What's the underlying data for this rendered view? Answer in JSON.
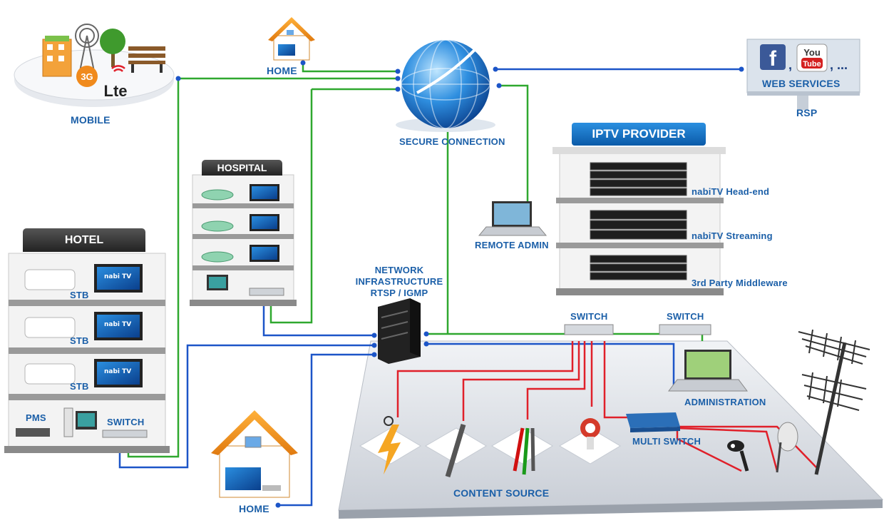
{
  "labels": {
    "mobile": "MOBILE",
    "home_top": "HOME",
    "secure_connection": "SECURE CONNECTION",
    "web_services": "WEB SERVICES",
    "rsp": "RSP",
    "hospital": "HOSPITAL",
    "hotel": "HOTEL",
    "stb_1": "STB",
    "stb_2": "STB",
    "stb_3": "STB",
    "pms": "PMS",
    "hotel_switch": "SWITCH",
    "remote_admin": "REMOTE ADMIN",
    "network_infrastructure": "NETWORK\nINFRASTRUCTURE",
    "rtsp_igmp": "RTSP / IGMP",
    "iptv_provider": "IPTV PROVIDER",
    "headend": "nabiTV  Head-end",
    "streaming": "nabiTV  Streaming",
    "middleware": "3rd Party Middleware",
    "switch_left": "SWITCH",
    "switch_right": "SWITCH",
    "administration": "ADMINISTRATION",
    "multi_switch": "MULTI SWITCH",
    "content_source": "CONTENT SOURCE",
    "home_bottom": "HOME"
  },
  "web_services_icons": {
    "facebook": "f",
    "youtube_top": "You",
    "youtube_bottom": "Tube",
    "separator": ",",
    "ellipsis": ", ..."
  },
  "mobile_icons": {
    "g3": "3G",
    "lte": "Lte"
  },
  "tv_brand": "nabi TV",
  "colors": {
    "label": "#1b5fa8",
    "green_line": "#2fa82f",
    "blue_line": "#1c55c8",
    "red_line": "#e0202a",
    "header_blue": "#1476d0"
  }
}
